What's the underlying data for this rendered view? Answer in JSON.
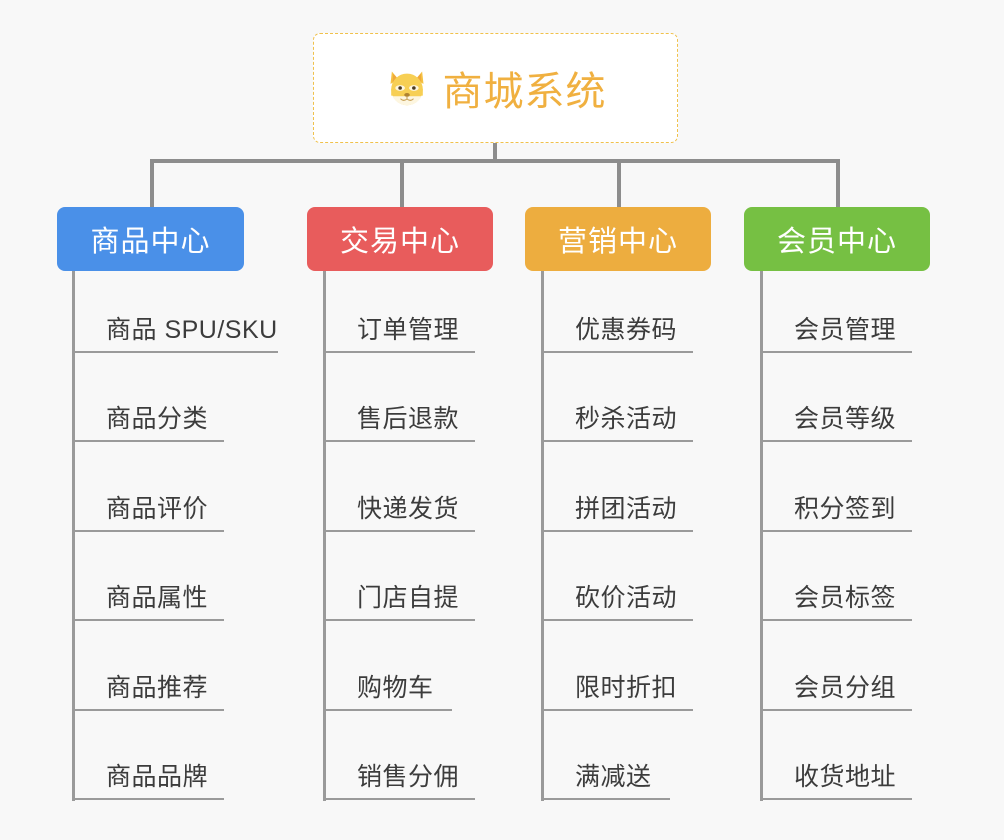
{
  "diagram": {
    "title": "商城系统",
    "root": {
      "label": "商城系统",
      "icon": "shiba-dog-emoji",
      "text_color": "#f0b040",
      "border_color": "#f0c14b",
      "background": "#ffffff"
    },
    "background_color": "#f8f8f8",
    "connector_color": "#8d8d8d",
    "categories": [
      {
        "label": "商品中心",
        "color": "#4a90e8",
        "items": [
          "商品 SPU/SKU",
          "商品分类",
          "商品评价",
          "商品属性",
          "商品推荐",
          "商品品牌"
        ]
      },
      {
        "label": "交易中心",
        "color": "#e85c5c",
        "items": [
          "订单管理",
          "售后退款",
          "快递发货",
          "门店自提",
          "购物车",
          "销售分佣"
        ]
      },
      {
        "label": "营销中心",
        "color": "#edad3f",
        "items": [
          "优惠券码",
          "秒杀活动",
          "拼团活动",
          "砍价活动",
          "限时折扣",
          "满减送"
        ]
      },
      {
        "label": "会员中心",
        "color": "#76c043",
        "items": [
          "会员管理",
          "会员等级",
          "积分签到",
          "会员标签",
          "会员分组",
          "收货地址"
        ]
      }
    ]
  }
}
